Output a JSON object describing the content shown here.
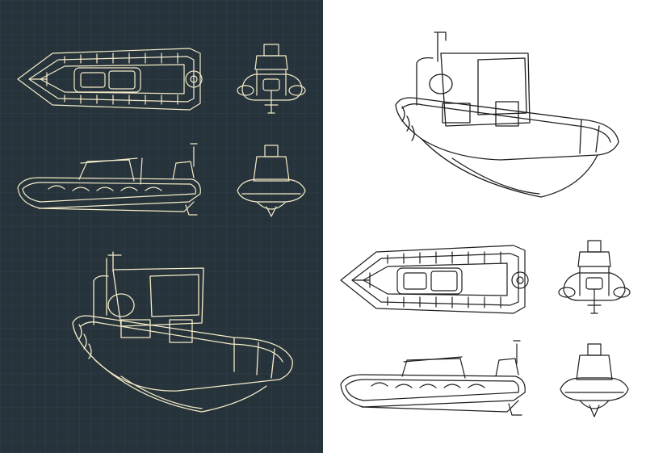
{
  "colors": {
    "dark_background": "#27333b",
    "grid_line": "#3a4a55",
    "dark_line": "#f4ecc8",
    "light_background": "#ffffff",
    "light_line": "#1e1e1e"
  },
  "panels": [
    {
      "id": "dark-blueprint",
      "style": "cream lines on dark grid",
      "views": [
        "top",
        "rear",
        "side",
        "front",
        "perspective"
      ]
    },
    {
      "id": "light-drawing",
      "style": "black lines on white",
      "views": [
        "perspective",
        "top",
        "rear",
        "side",
        "front"
      ]
    }
  ],
  "subject_icon": "rigid-inflatable-boat"
}
